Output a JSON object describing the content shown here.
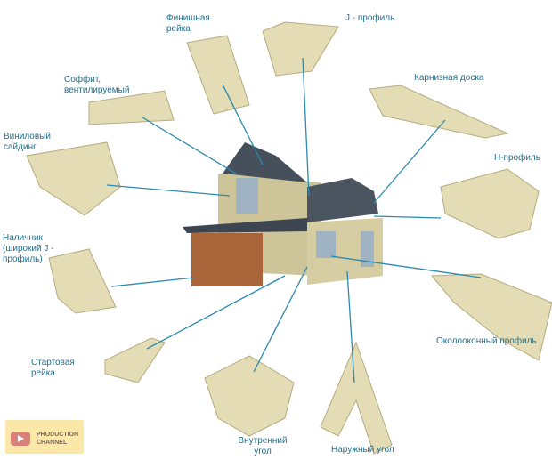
{
  "labels": {
    "finish_strip": "Финишная рейка",
    "j_profile": "J - профиль",
    "soffit": "Соффит, вентилируемый",
    "fascia": "Карнизная доска",
    "vinyl_siding": "Виниловый сайдинг",
    "h_profile": "H-профиль",
    "casing": "Наличник (широкий J - профиль)",
    "starter_strip": "Стартовая рейка",
    "window_profile": "Околооконный профиль",
    "inside_corner": "Внутренний угол",
    "outside_corner": "Наружный угол"
  },
  "logo": {
    "line1": "PRODUCTION",
    "line2": "CHANNEL"
  },
  "colors": {
    "line": "#2a8ab0",
    "text": "#1f6f8b",
    "panel": "#e3dcb4",
    "roof": "#4a5560"
  }
}
